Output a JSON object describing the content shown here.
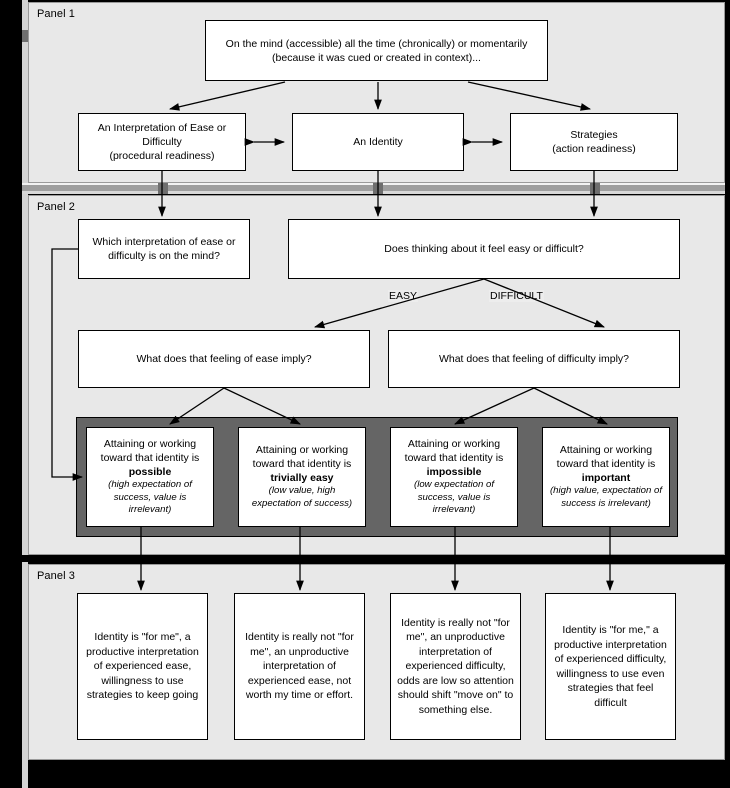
{
  "figure": {
    "background_color": "#000000",
    "panel_color": "#e8e8e8",
    "box_color": "#ffffff",
    "group_color": "#656565"
  },
  "panels": [
    {
      "label": "Panel 1"
    },
    {
      "label": "Panel 2"
    },
    {
      "label": "Panel 3"
    }
  ],
  "panel1": {
    "top_box": "On the mind (accessible) all the time (chronically) or momentarily (because it was cued or created in context)...",
    "left_box": "An Interpretation of Ease or Difficulty\n(procedural readiness)",
    "left_box_line1": "An Interpretation of Ease or",
    "left_box_line2": "Difficulty",
    "left_box_line3": "(procedural readiness)",
    "middle_box": "An Identity",
    "right_box_line1": "Strategies",
    "right_box_line2": "(action readiness)"
  },
  "panel2": {
    "which_interpretation_box": "Which interpretation of ease or difficulty is on the mind?",
    "does_thinking_box": "Does thinking about it feel easy or difficult?",
    "edge_label_easy": "EASY",
    "edge_label_difficult": "DIFFICULT",
    "ease_imply_box": "What does that feeling of ease imply?",
    "difficulty_imply_box": "What does that feeling of difficulty imply?",
    "outcomes": [
      {
        "main_prefix": "Attaining or working toward that identity is ",
        "keyword": "possible",
        "note": "(high expectation of success, value is irrelevant)"
      },
      {
        "main_prefix": "Attaining or working toward that identity is ",
        "keyword": "trivially easy",
        "note": "(low value, high expectation of success)"
      },
      {
        "main_prefix": "Attaining or working toward that identity is ",
        "keyword": "impossible",
        "note": "(low expectation of success, value is irrelevant)"
      },
      {
        "main_prefix": "Attaining or working toward that identity is ",
        "keyword": "important",
        "note": "(high value, expectation of success is irrelevant)"
      }
    ]
  },
  "panel3": {
    "boxes": [
      "Identity is \"for me\", a productive interpretation of experienced ease, willingness to use strategies to keep going",
      "Identity is really not \"for me\", an unproductive interpretation of experienced ease, not worth my time or effort.",
      "Identity is really not \"for me\", an unproductive interpretation of experienced difficulty, odds are low so attention should shift \"move on\" to something else.",
      "Identity is \"for me,\" a productive interpretation of experienced difficulty, willingness to use even strategies that feel difficult"
    ]
  }
}
